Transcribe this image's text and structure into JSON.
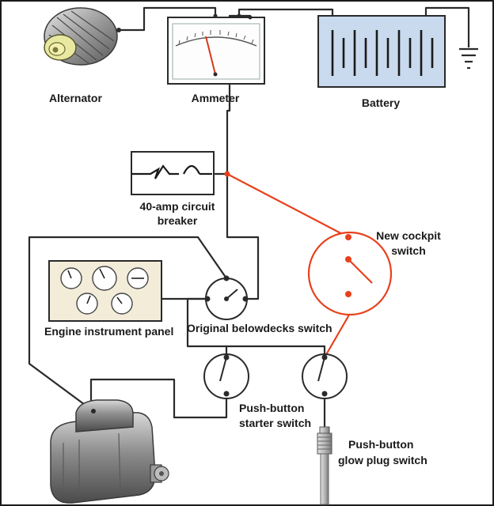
{
  "labels": {
    "alternator": "Alternator",
    "ammeter": "Ammeter",
    "battery": "Battery",
    "breaker_line1": "40-amp circuit",
    "breaker_line2": "breaker",
    "cockpit_line1": "New cockpit",
    "cockpit_line2": "switch",
    "instrument_panel": "Engine instrument panel",
    "belowdecks_switch": "Original belowdecks switch",
    "starter_line1": "Push-button",
    "starter_line2": "starter switch",
    "glow_line1": "Push-button",
    "glow_line2": "glow plug switch"
  },
  "colors": {
    "wire": "#2a2a2a",
    "new_wire": "#e8401c",
    "battery_fill": "#c9d9ee",
    "panel_fill": "#f2ecd9",
    "frame": "#1a1a1a"
  }
}
